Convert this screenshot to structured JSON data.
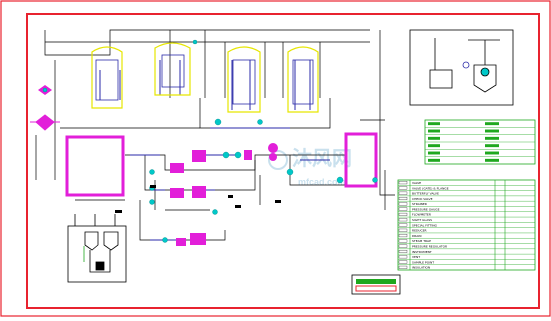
{
  "drawing": {
    "colors": {
      "background": "#ffffff",
      "frame": "#e8232f",
      "lines": "#000000",
      "pipe": "#2a2aa8",
      "vessel_outline": "#e6e600",
      "equipment": "#e21fd9",
      "valve": "#00c8c8",
      "table": "#1fa81f",
      "watermark": "#9ec8e0"
    },
    "watermark": {
      "text": "沐风网",
      "sub": "mfcad.com"
    },
    "notes_table": {
      "rows": [
        "VALVE",
        "VALVE (GATE) & FLANGE",
        "BUTTERFLY VALVE",
        "CHECK VALVE",
        "STRAINER",
        "PRESSURE GAUGE",
        "FLOWMETER",
        "SIGHT GLASS",
        "SPECIAL FITTING",
        "REDUCER",
        "DRAIN",
        "STEAM TRAP",
        "PRESSURE REGULATOR",
        "INSTRUMENT",
        "VENT",
        "SAMPLE POINT",
        "INSULATION"
      ]
    },
    "legend_block": {
      "rows": [
        "",
        "",
        "",
        "",
        "",
        ""
      ]
    },
    "title_block": {
      "label": ""
    }
  }
}
